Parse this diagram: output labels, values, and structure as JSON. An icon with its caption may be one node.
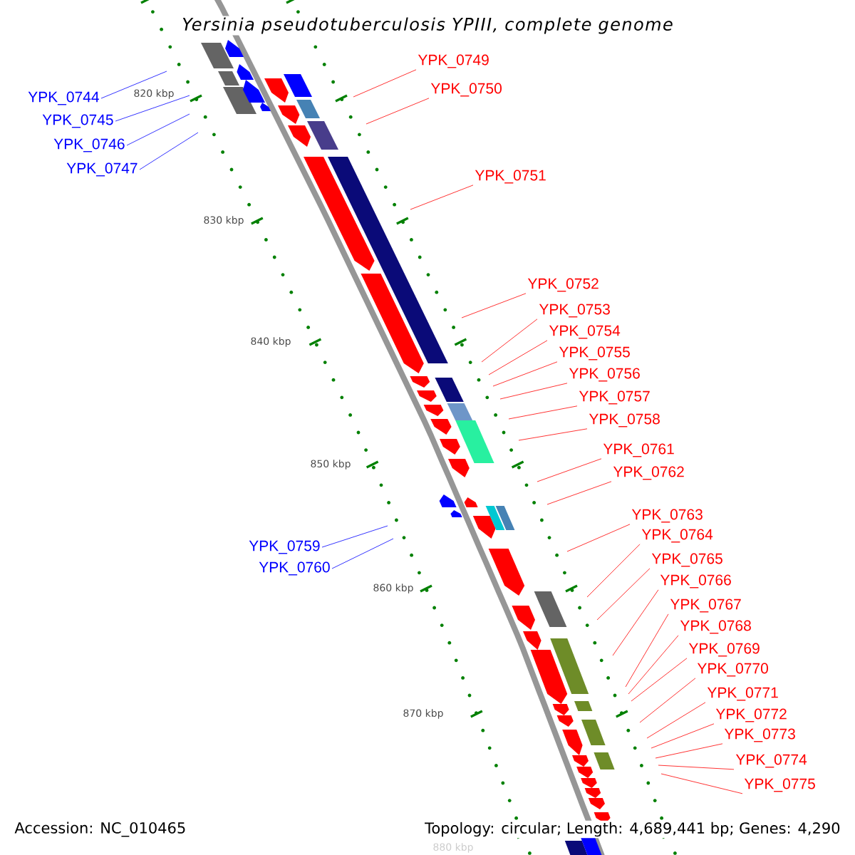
{
  "diagram": {
    "title": "Yersinia pseudotuberculosis YPIII, complete genome",
    "nodes": [
      {
        "text": [
          "YPK_0744"
        ]
      },
      {
        "text": [
          "YPK_0745"
        ]
      },
      {
        "text": [
          "YPK_0746"
        ]
      },
      {
        "text": [
          "YPK_0747"
        ]
      },
      {
        "text": [
          "YPK_0749"
        ]
      },
      {
        "text": [
          "YPK_0750"
        ]
      },
      {
        "text": [
          "YPK_0751"
        ]
      },
      {
        "text": [
          "YPK_0752"
        ]
      },
      {
        "text": [
          "YPK_0753"
        ]
      },
      {
        "text": [
          "YPK_0754"
        ]
      },
      {
        "text": [
          "YPK_0755"
        ]
      },
      {
        "text": [
          "YPK_0756"
        ]
      },
      {
        "text": [
          "YPK_0757"
        ]
      },
      {
        "text": [
          "YPK_0758"
        ]
      },
      {
        "text": [
          "YPK_0761"
        ]
      },
      {
        "text": [
          "YPK_0762"
        ]
      },
      {
        "text": [
          "YPK_0759"
        ]
      },
      {
        "text": [
          "YPK_0760"
        ]
      },
      {
        "text": [
          "YPK_0763"
        ]
      },
      {
        "text": [
          "YPK_0764"
        ]
      },
      {
        "text": [
          "YPK_0765"
        ]
      },
      {
        "text": [
          "YPK_0766"
        ]
      },
      {
        "text": [
          "YPK_0767"
        ]
      },
      {
        "text": [
          "YPK_0768"
        ]
      },
      {
        "text": [
          "YPK_0769"
        ]
      },
      {
        "text": [
          "YPK_0770"
        ]
      },
      {
        "text": [
          "YPK_0771"
        ]
      },
      {
        "text": [
          "YPK_0772"
        ]
      },
      {
        "text": [
          "YPK_0773"
        ]
      },
      {
        "text": [
          "YPK_0774"
        ]
      },
      {
        "text": [
          "YPK_0775"
        ]
      }
    ],
    "edges": [
      {
        "from": 0,
        "to": null,
        "arrow": "none",
        "color": "#0000ff"
      },
      {
        "from": 1,
        "to": null,
        "arrow": "none",
        "color": "#0000ff"
      },
      {
        "from": 2,
        "to": null,
        "arrow": "none",
        "color": "#0000ff"
      },
      {
        "from": 3,
        "to": null,
        "arrow": "none",
        "color": "#0000ff"
      },
      {
        "from": 4,
        "to": null,
        "arrow": "none"
      },
      {
        "from": 5,
        "to": null,
        "arrow": "none"
      },
      {
        "from": 6,
        "to": null,
        "arrow": "none"
      },
      {
        "from": 7,
        "to": null,
        "arrow": "none"
      },
      {
        "from": 8,
        "to": null,
        "arrow": "none"
      },
      {
        "from": 9,
        "to": null,
        "arrow": "none"
      },
      {
        "from": 10,
        "to": null,
        "arrow": "none"
      },
      {
        "from": 11,
        "to": null,
        "arrow": "none"
      },
      {
        "from": 12,
        "to": null,
        "arrow": "none"
      },
      {
        "from": 13,
        "to": null,
        "arrow": "none"
      },
      {
        "from": 14,
        "to": null,
        "arrow": "none"
      },
      {
        "from": 15,
        "to": null,
        "arrow": "none"
      },
      {
        "from": 16,
        "to": null,
        "arrow": "none",
        "color": "#0000ff"
      },
      {
        "from": 17,
        "to": null,
        "arrow": "none",
        "color": "#0000ff"
      },
      {
        "from": 18,
        "to": null,
        "arrow": "none"
      },
      {
        "from": 19,
        "to": null,
        "arrow": "none"
      },
      {
        "from": 20,
        "to": null,
        "arrow": "none"
      },
      {
        "from": 21,
        "to": null,
        "arrow": "none"
      },
      {
        "from": 22,
        "to": null,
        "arrow": "none"
      },
      {
        "from": 23,
        "to": null,
        "arrow": "none"
      },
      {
        "from": 24,
        "to": null,
        "arrow": "none"
      },
      {
        "from": 25,
        "to": null,
        "arrow": "none"
      },
      {
        "from": 26,
        "to": null,
        "arrow": "none"
      },
      {
        "from": 27,
        "to": null,
        "arrow": "none"
      },
      {
        "from": 28,
        "to": null,
        "arrow": "none"
      },
      {
        "from": 29,
        "to": null,
        "arrow": "none"
      },
      {
        "from": 30,
        "to": null,
        "arrow": "none"
      }
    ],
    "labels": [
      "820 kbp",
      "830 kbp",
      "840 kbp",
      "850 kbp",
      "860 kbp",
      "870 kbp",
      "880 kbp",
      "Accession: NC_010465",
      "Topology: circular; Length: 4,689,441 bp; Genes: 4,290"
    ]
  }
}
